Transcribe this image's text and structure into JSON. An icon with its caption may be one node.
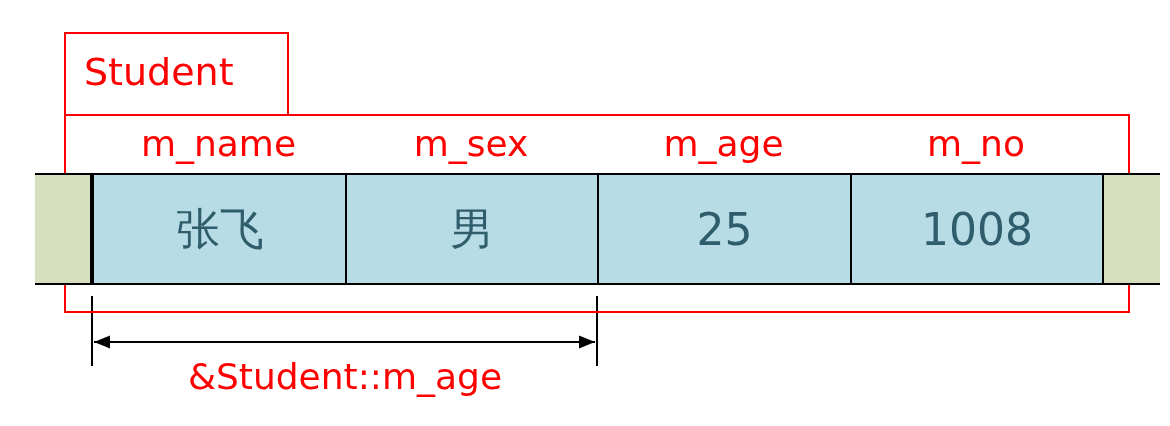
{
  "diagram": {
    "nodes": [
      {
        "text": [
          "Student"
        ]
      },
      {
        "text": [],
        "shape": "box"
      },
      {
        "text": [
          "m_name",
          "张飞"
        ],
        "in": 0
      },
      {
        "text": [
          "m_sex",
          "男"
        ],
        "in": 0
      },
      {
        "text": [
          "m_age",
          "25"
        ],
        "in": 0
      },
      {
        "text": [
          "m_no",
          "1008"
        ],
        "in": 0
      },
      {
        "text": [],
        "shape": "box"
      }
    ],
    "labels": [
      "&Student::m_age"
    ]
  }
}
